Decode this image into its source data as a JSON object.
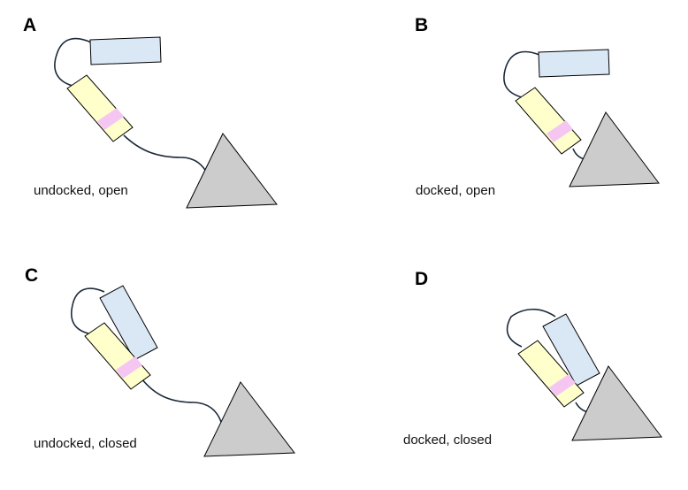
{
  "panels": [
    {
      "letter": "A",
      "caption": "undocked, open"
    },
    {
      "letter": "B",
      "caption": "docked, open"
    },
    {
      "letter": "C",
      "caption": "undocked, closed"
    },
    {
      "letter": "D",
      "caption": "docked, closed"
    }
  ],
  "colors": {
    "blue_block": "#dae8f6",
    "yellow_block": "#ffffcc",
    "pink_band": "#f6c6f2",
    "triangle": "#cccccc",
    "outline": "#000000",
    "wire": "#1b2a3a"
  }
}
